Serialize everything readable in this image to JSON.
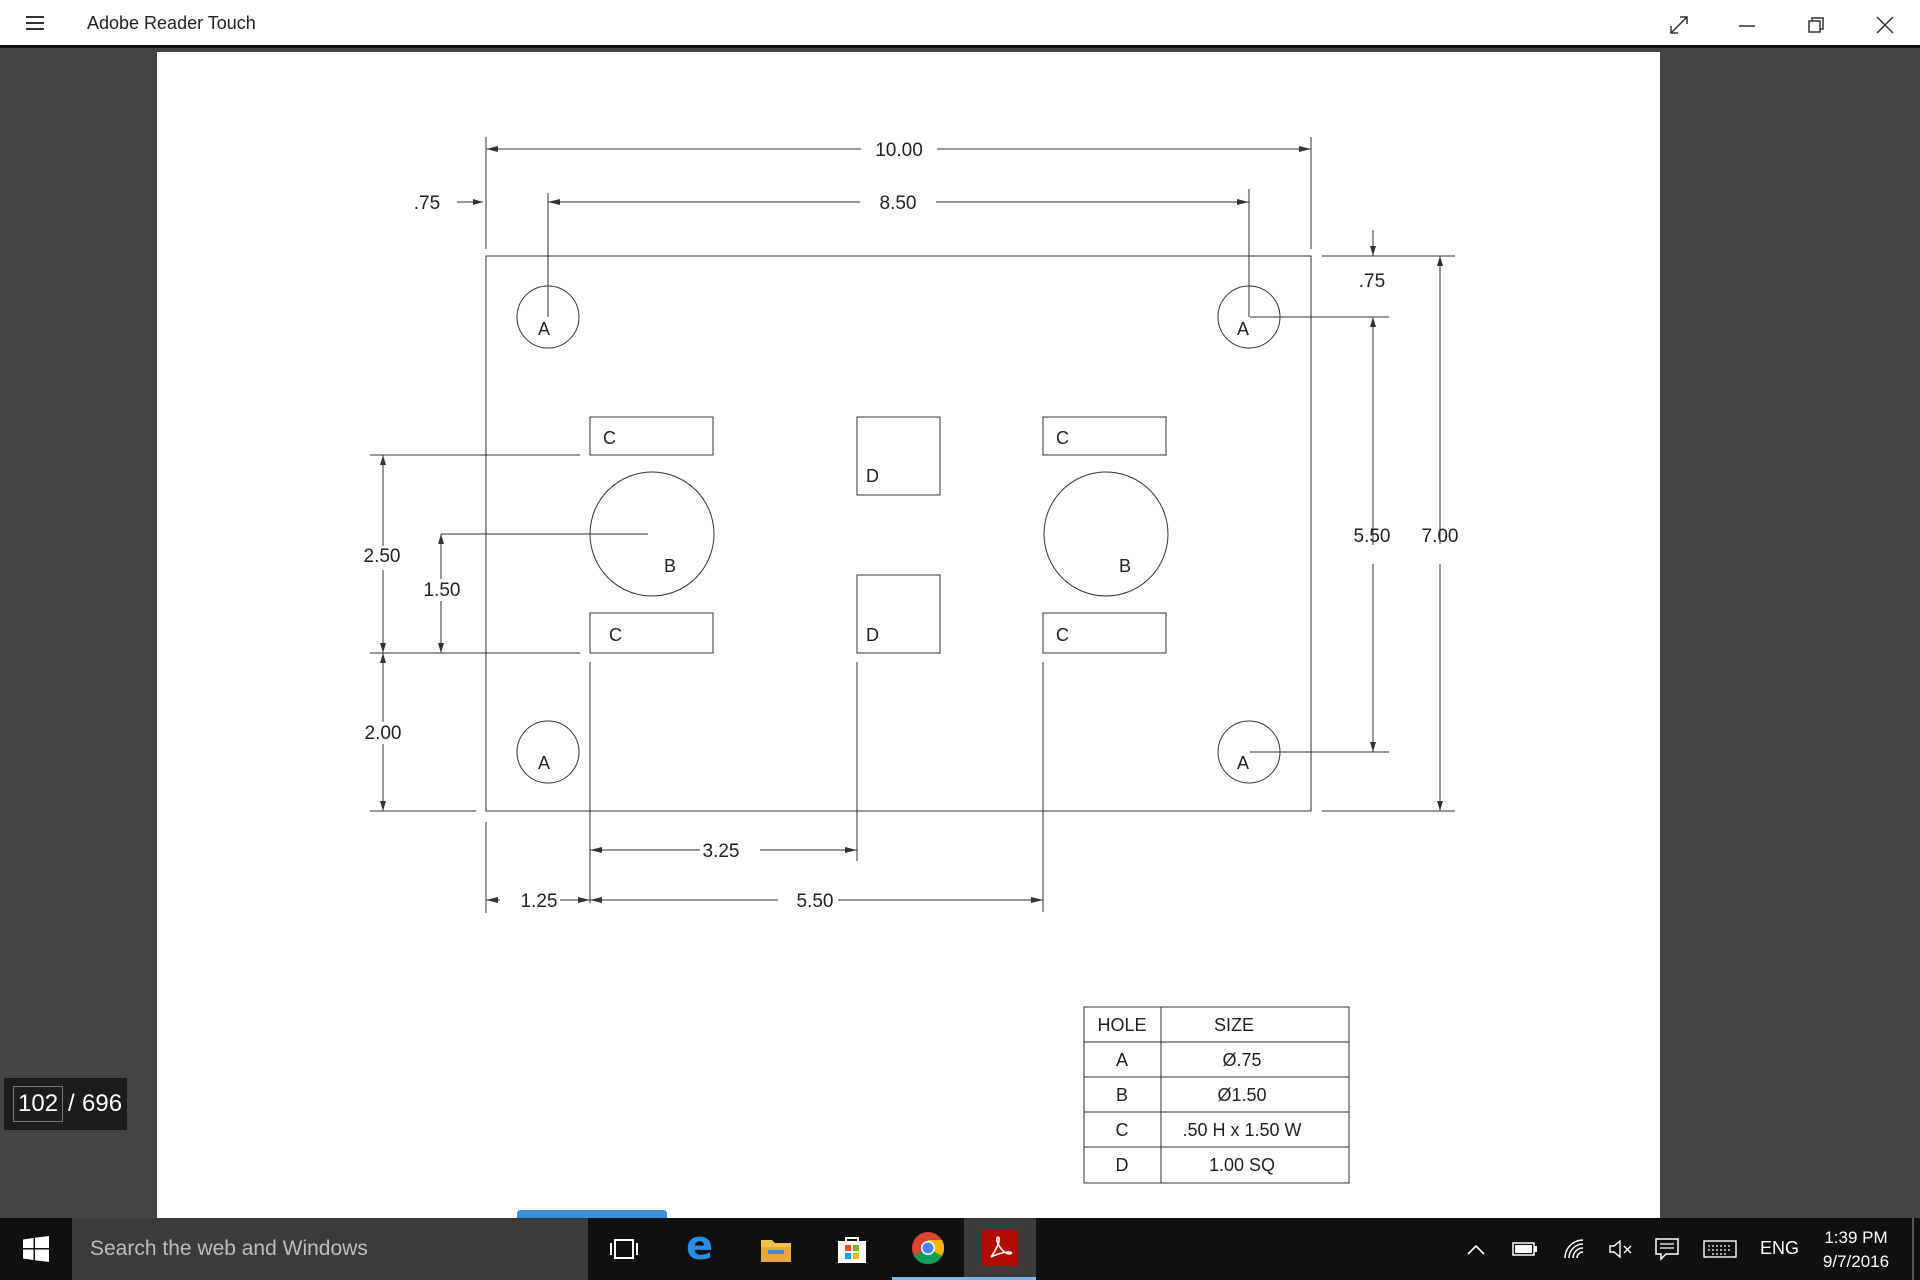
{
  "window": {
    "title": "Adobe Reader Touch",
    "icons": [
      "hamburger-menu-icon",
      "fullscreen-icon",
      "minimize-icon",
      "restore-icon",
      "close-icon"
    ]
  },
  "viewer": {
    "current_page": "102",
    "separator": "/",
    "total_pages": "696"
  },
  "drawing": {
    "overall_width": "10.00",
    "hole_span": "8.50",
    "left_inset": ".75",
    "top_inset": ".75",
    "hole_vertical_span": "5.50",
    "overall_height": "7.00",
    "slot_span": "2.50",
    "b_offset": "1.50",
    "bottom_to_slot": "2.00",
    "to_square": "3.25",
    "left_to_slot": "1.25",
    "slot_to_slot": "5.50",
    "hole_labels": {
      "a": "A",
      "b": "B",
      "c": "C",
      "d": "D"
    }
  },
  "hole_table": {
    "headers": [
      "HOLE",
      "SIZE"
    ],
    "rows": [
      {
        "hole": "A",
        "size": "Ø.75"
      },
      {
        "hole": "B",
        "size": "Ø1.50"
      },
      {
        "hole": "C",
        "size": ".50 H x 1.50 W"
      },
      {
        "hole": "D",
        "size": "1.00 SQ"
      }
    ]
  },
  "taskbar": {
    "search_placeholder": "Search the web and Windows",
    "apps": [
      "task-view-icon",
      "edge-icon",
      "file-explorer-icon",
      "store-icon",
      "chrome-icon",
      "adobe-reader-icon"
    ],
    "language": "ENG",
    "time": "1:39 PM",
    "date": "9/7/2016"
  }
}
